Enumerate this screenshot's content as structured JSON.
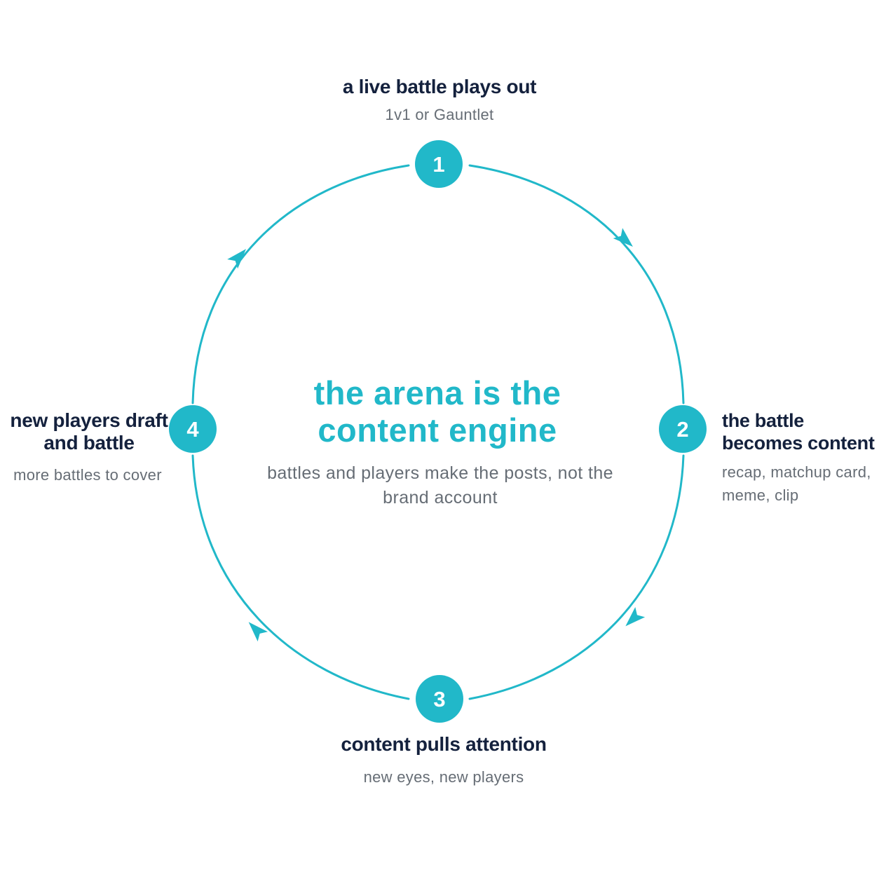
{
  "colors": {
    "accent": "#21b8c9",
    "title_text": "#14213d",
    "secondary_text": "#666d75",
    "background": "#ffffff"
  },
  "center": {
    "headline": "the arena is the content engine",
    "tagline": "battles and players make the posts, not the brand account"
  },
  "stages": [
    {
      "number": "1",
      "title": "a live battle plays out",
      "subtitle": "1v1 or Gauntlet"
    },
    {
      "number": "2",
      "title": "the battle becomes content",
      "subtitle": "recap, matchup card, meme, clip"
    },
    {
      "number": "3",
      "title": "content pulls attention",
      "subtitle": "new eyes, new players"
    },
    {
      "number": "4",
      "title": "new players draft and battle",
      "subtitle": "more battles to cover"
    }
  ]
}
